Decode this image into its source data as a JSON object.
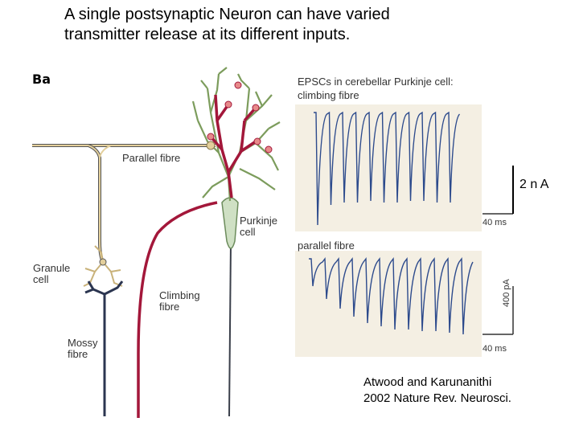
{
  "title": "A single postsynaptic Neuron can have varied transmitter release at its different inputs.",
  "panel_label": "Ba",
  "labels": {
    "parallel_fibre": "Parallel fibre",
    "purkinje_cell": "Purkinje\ncell",
    "granule_cell": "Granule\ncell",
    "climbing_fibre": "Climbing\nfibre",
    "mossy_fibre": "Mossy\nfibre"
  },
  "traces": {
    "top_title": "EPSCs in cerebellar Purkinje cell:\nclimbing fibre",
    "bottom_title": "parallel fibre",
    "top_time_scale": "40 ms",
    "bottom_time_scale": "40 ms",
    "current_scale_small": "400 pA",
    "current_scale_large": "2 n A"
  },
  "citation": "Atwood and Karunanithi\n2002 Nature Rev. Neurosci.",
  "colors": {
    "climbing_fibre": "#a3173a",
    "parallel_fibre": "#e3cf9b",
    "mossy_fibre": "#2b3550",
    "purkinje_dendrite": "#7c9c5c",
    "trace": "#2c4a8c",
    "trace_panel": "#f4efe3"
  }
}
